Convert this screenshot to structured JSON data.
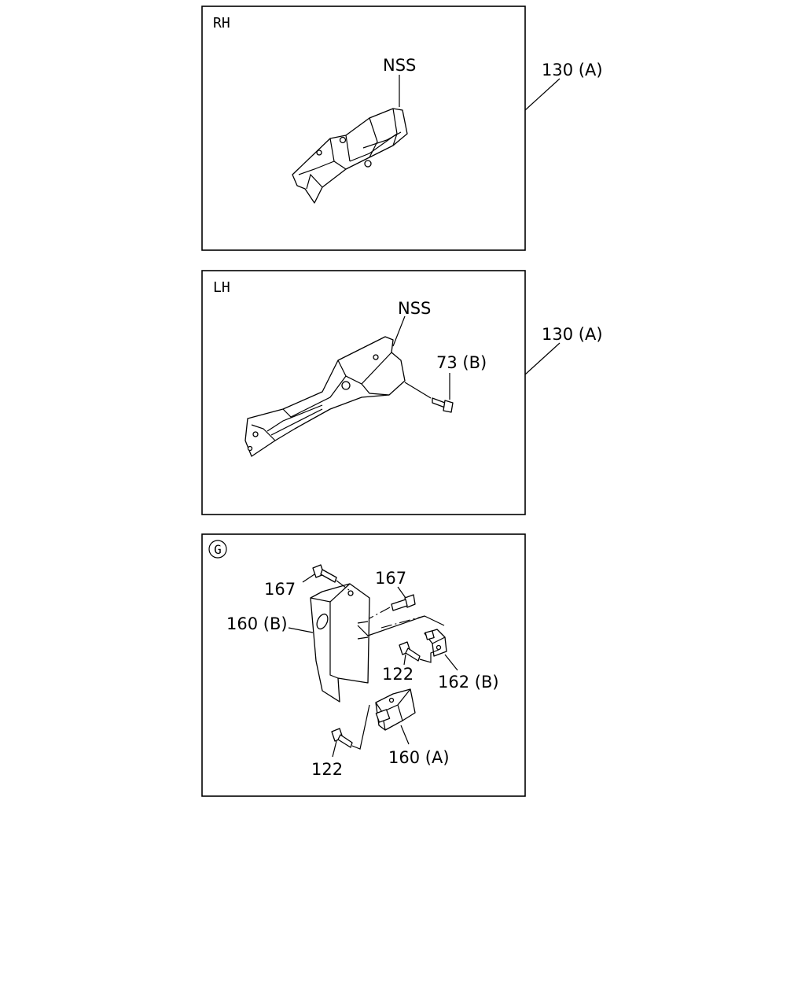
{
  "panels": {
    "rh": {
      "tag": "RH",
      "nss_label": "NSS",
      "callout": "130 (A)"
    },
    "lh": {
      "tag": "LH",
      "nss_label": "NSS",
      "bolt_label": "73 (B)",
      "callout": "130 (A)"
    },
    "g": {
      "tag": "G",
      "labels": {
        "bolt_167_left": "167",
        "bolt_167_right": "167",
        "bracket_160b": "160 (B)",
        "bolt_122_upper": "122",
        "clip_162b": "162 (B)",
        "bolt_122_lower": "122",
        "bracket_160a": "160 (A)"
      }
    }
  }
}
